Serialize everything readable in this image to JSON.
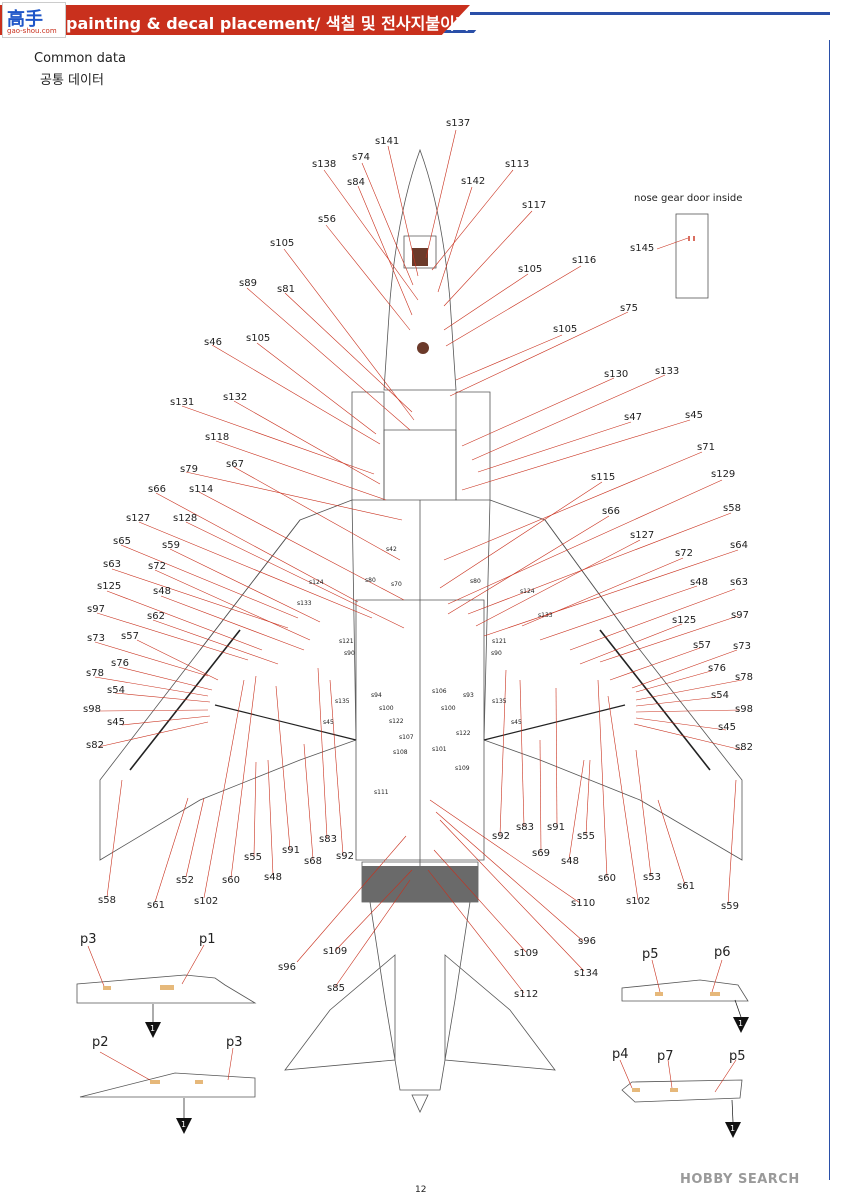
{
  "header": {
    "title": "painting & decal placement/ 색칠 및 전사지붙이기",
    "logo_text": "高手",
    "logo_sub": "gao-shou.com"
  },
  "section": {
    "title_en": "Common data",
    "title_ko": "공통 데이터"
  },
  "nose_gear": {
    "label": "nose gear door inside",
    "decal": "s145"
  },
  "callouts": {
    "s137": "s137",
    "s141": "s141",
    "s74": "s74",
    "s138": "s138",
    "s113": "s113",
    "s84": "s84",
    "s142": "s142",
    "s117": "s117",
    "s56": "s56",
    "s105a": "s105",
    "s105b": "s105",
    "s116": "s116",
    "s89": "s89",
    "s81": "s81",
    "s75": "s75",
    "s105c": "s105",
    "s46": "s46",
    "s105d": "s105",
    "s130": "s130",
    "s133a": "s133",
    "s131": "s131",
    "s132": "s132",
    "s47": "s47",
    "s45a": "s45",
    "s118": "s118",
    "s71": "s71",
    "s79": "s79",
    "s67": "s67",
    "s115": "s115",
    "s129": "s129",
    "s66a": "s66",
    "s114": "s114",
    "s66b": "s66",
    "s58a": "s58",
    "s127a": "s127",
    "s128": "s128",
    "s127b": "s127",
    "s64": "s64",
    "s65": "s65",
    "s59a": "s59",
    "s72a": "s72",
    "s63a": "s63",
    "s72b": "s72",
    "s48a": "s48",
    "s63b": "s63",
    "s125a": "s125",
    "s48b": "s48",
    "s97a": "s97",
    "s62": "s62",
    "s125b": "s125",
    "s97b": "s97",
    "s73a": "s73",
    "s57a": "s57",
    "s57b": "s57",
    "s73b": "s73",
    "s76a": "s76",
    "s76b": "s76",
    "s78a": "s78",
    "s78b": "s78",
    "s54a": "s54",
    "s54b": "s54",
    "s98a": "s98",
    "s98b": "s98",
    "s45b": "s45",
    "s45c": "s45",
    "s82a": "s82",
    "s82b": "s82",
    "s58b": "s58",
    "s61a": "s61",
    "s52": "s52",
    "s102a": "s102",
    "s60a": "s60",
    "s55a": "s55",
    "s48c": "s48",
    "s91a": "s91",
    "s68": "s68",
    "s83a": "s83",
    "s92a": "s92",
    "s92b": "s92",
    "s83b": "s83",
    "s91b": "s91",
    "s69": "s69",
    "s55b": "s55",
    "s48d": "s48",
    "s60b": "s60",
    "s102b": "s102",
    "s53": "s53",
    "s61b": "s61",
    "s59b": "s59",
    "s110": "s110",
    "s96a": "s96",
    "s96b": "s96",
    "s109a": "s109",
    "s109b": "s109",
    "s134": "s134",
    "s85": "s85",
    "s112": "s112"
  },
  "small_labels": {
    "s42": "s42",
    "s80a": "s80",
    "s70": "s70",
    "s80b": "s80",
    "s124a": "s124",
    "s124b": "s124",
    "s133b": "s133",
    "s133c": "s133",
    "s121a": "s121",
    "s121b": "s121",
    "s90a": "s90",
    "s90b": "s90",
    "s135a": "s135",
    "s135b": "s135",
    "s94": "s94",
    "s100a": "s100",
    "s106": "s106",
    "s93": "s93",
    "s100b": "s100",
    "s45d": "s45",
    "s45e": "s45",
    "s122a": "s122",
    "s122b": "s122",
    "s107": "s107",
    "s108": "s108",
    "s101": "s101",
    "s109c": "s109",
    "s111": "s111"
  },
  "panels": {
    "p1": "p1",
    "p2": "p2",
    "p3a": "p3",
    "p3b": "p3",
    "p4": "p4",
    "p5a": "p5",
    "p5b": "p5",
    "p6": "p6",
    "p7": "p7",
    "marker": "1"
  },
  "footer": {
    "page_number": "12",
    "watermark": "HOBBY SEARCH"
  },
  "colors": {
    "leader": "#c9301d",
    "accent_red": "#c9301d",
    "accent_blue": "#2a4fa8",
    "outline": "#555555"
  }
}
